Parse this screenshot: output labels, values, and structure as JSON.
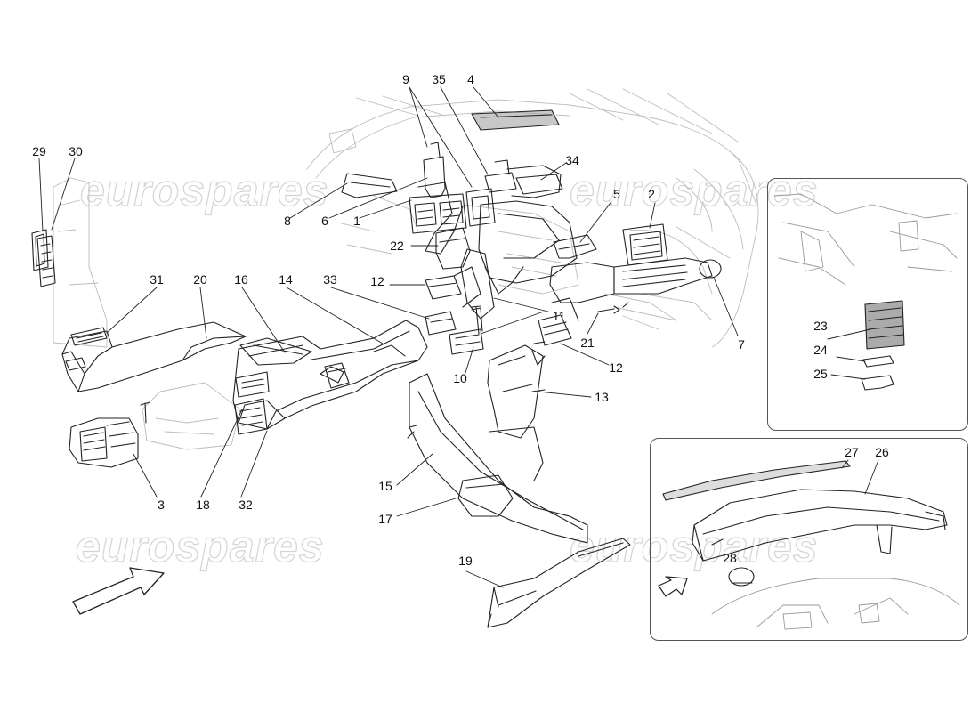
{
  "watermark": {
    "text": "eurospares",
    "color": "#d4d4d4"
  },
  "callouts": {
    "c1": "1",
    "c2": "2",
    "c3": "3",
    "c4": "4",
    "c5": "5",
    "c6": "6",
    "c7": "7",
    "c8": "8",
    "c9": "9",
    "c10": "10",
    "c11": "11",
    "c12a": "12",
    "c12b": "12",
    "c13": "13",
    "c14": "14",
    "c15": "15",
    "c16": "16",
    "c17": "17",
    "c18": "18",
    "c19": "19",
    "c20": "20",
    "c21": "21",
    "c22": "22",
    "c23": "23",
    "c24": "24",
    "c25": "25",
    "c26": "26",
    "c27": "27",
    "c28": "28",
    "c29": "29",
    "c30": "30",
    "c31": "31",
    "c32": "32",
    "c33": "33",
    "c34": "34",
    "c35": "35"
  },
  "line_color": "#222222",
  "faint_line_color": "#bdbdbd"
}
